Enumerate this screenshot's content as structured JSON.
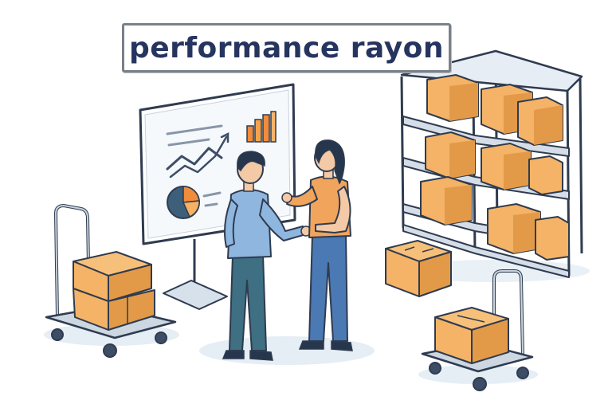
{
  "title": {
    "text": "performance rayon"
  },
  "colors": {
    "ink": "#2f3b4f",
    "title_text": "#26355f",
    "box_fill": "#f4b366",
    "box_shadow": "#e39a48",
    "shelf_metal": "#c9d3de",
    "shirt_blue": "#8fb6df",
    "shirt_orange": "#f1a45c",
    "pants_teal": "#3e6f82",
    "pants_blue": "#4a79b4",
    "hair": "#26364d",
    "chart_orange": "#f08c3a",
    "floor_shadow": "#dfe8f1"
  },
  "icons": [
    "whiteboard",
    "bar-chart-icon",
    "line-chart-icon",
    "pie-chart-icon",
    "hand-cart",
    "storage-shelf",
    "cardboard-box"
  ]
}
